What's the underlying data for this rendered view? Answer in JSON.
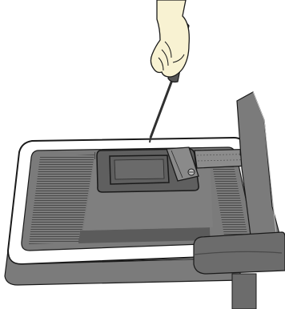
{
  "figure": {
    "background": "#ffffff",
    "colors": {
      "base_gray": "#7b7b7b",
      "dark_gray": "#5f5f5f",
      "vent_line": "#4a4a4a",
      "outline": "#1a1a1a",
      "hand_fill": "#f8f2d2",
      "screwdriver": "#303030"
    },
    "parts": [
      "monitor-back-panel",
      "stand-hinge-cover",
      "release-latch",
      "monitor-stand-arm",
      "monitor-stand-column",
      "screwdriver",
      "hand"
    ]
  }
}
